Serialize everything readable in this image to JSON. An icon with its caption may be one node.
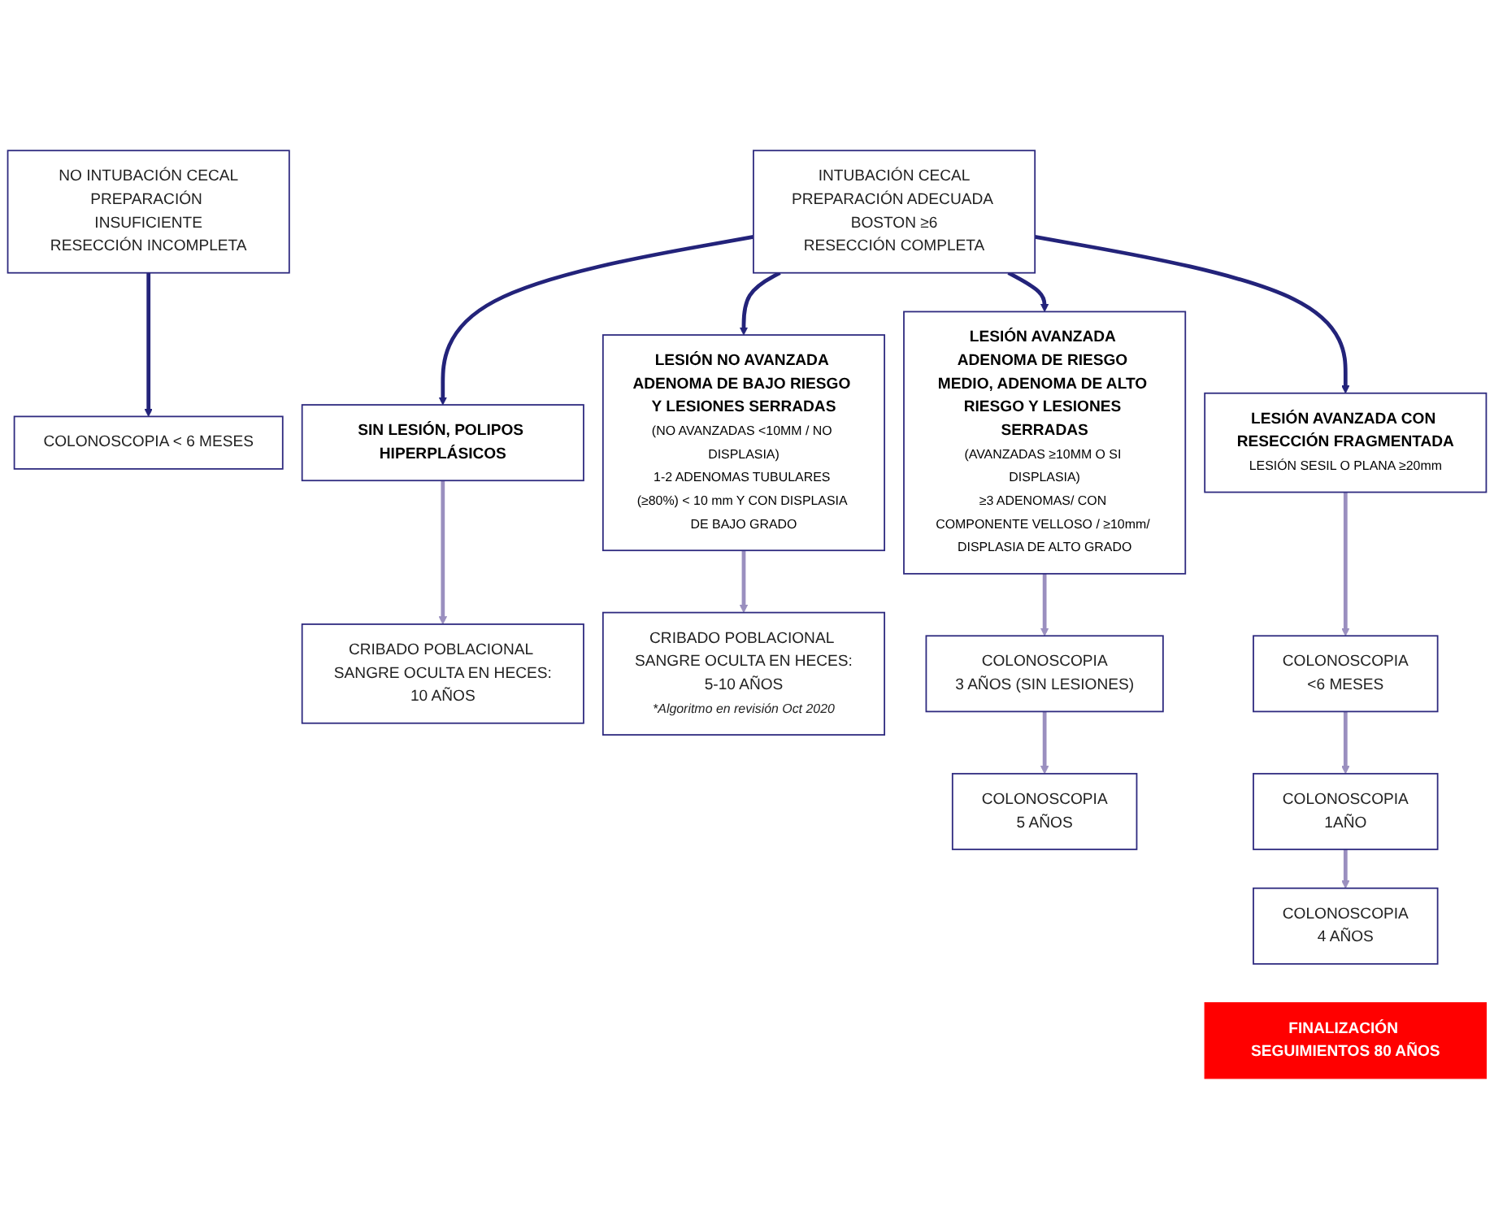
{
  "diagram": {
    "nodes": [
      {
        "text": [
          "NO INTUBACIÓN CECAL",
          "PREPARACIÓN INSUFICIENTE",
          "RESECCIÓN INCOMPLETA"
        ]
      },
      {
        "text": [
          "COLONOSCOPIA < 6 MESES"
        ]
      },
      {
        "text": [
          "INTUBACIÓN CECAL",
          "PREPARACIÓN ADECUADA BOSTON ≥6",
          "RESECCIÓN COMPLETA"
        ]
      },
      {
        "text": [
          "SIN LESIÓN, POLIPOS HIPERPLÁSICOS"
        ]
      },
      {
        "text": [
          "LESIÓN NO AVANZADA ADENOMA DE BAJO RIESGO Y LESIONES SERRADAS",
          "(NO AVANZADAS <10MM / NO DISPLASIA)",
          "1-2 ADENOMAS TUBULARES (≥80%) < 10 mm Y CON DISPLASIA DE BAJO GRADO"
        ]
      },
      {
        "text": [
          "LESIÓN AVANZADA ADENOMA DE RIESGO MEDIO, ADENOMA DE ALTO RIESGO Y LESIONES SERRADAS",
          "(AVANZADAS ≥10MM O SI DISPLASIA)",
          "≥3 ADENOMAS/ CON COMPONENTE VELLOSO / ≥10mm/ DISPLASIA DE ALTO GRADO"
        ]
      },
      {
        "text": [
          "LESIÓN AVANZADA CON RESECCIÓN FRAGMENTADA",
          "LESIÓN SESIL O PLANA ≥20mm"
        ]
      },
      {
        "text": [
          "CRIBADO POBLACIONAL SANGRE OCULTA EN HECES:",
          "10 AÑOS"
        ]
      },
      {
        "text": [
          "CRIBADO POBLACIONAL SANGRE OCULTA EN HECES:",
          "5-10 AÑOS",
          "*Algoritmo en revisión Oct 2020"
        ]
      },
      {
        "text": [
          "COLONOSCOPIA",
          "3 AÑOS (SIN LESIONES)"
        ]
      },
      {
        "text": [
          "COLONOSCOPIA",
          "5 AÑOS"
        ]
      },
      {
        "text": [
          "COLONOSCOPIA",
          "<6 MESES"
        ]
      },
      {
        "text": [
          "COLONOSCOPIA",
          "1AÑO"
        ]
      },
      {
        "text": [
          "COLONOSCOPIA",
          "4 AÑOS"
        ]
      },
      {
        "text": [
          "FINALIZACIÓN SEGUIMIENTOS 80 AÑOS"
        ]
      }
    ],
    "edges": [
      {
        "from": 0,
        "to": 1,
        "arrow": "to",
        "color": "#23237a"
      },
      {
        "from": 2,
        "to": 3,
        "arrow": "to",
        "color": "#23237a"
      },
      {
        "from": 2,
        "to": 4,
        "arrow": "to",
        "color": "#23237a"
      },
      {
        "from": 2,
        "to": 5,
        "arrow": "to",
        "color": "#23237a"
      },
      {
        "from": 2,
        "to": 6,
        "arrow": "to",
        "color": "#23237a"
      },
      {
        "from": 3,
        "to": 7,
        "arrow": "to"
      },
      {
        "from": 4,
        "to": 8,
        "arrow": "to"
      },
      {
        "from": 5,
        "to": 9,
        "arrow": "to"
      },
      {
        "from": 9,
        "to": 10,
        "arrow": "to"
      },
      {
        "from": 6,
        "to": 11,
        "arrow": "to"
      },
      {
        "from": 11,
        "to": 12,
        "arrow": "to"
      },
      {
        "from": 12,
        "to": 13,
        "arrow": "to"
      }
    ]
  }
}
